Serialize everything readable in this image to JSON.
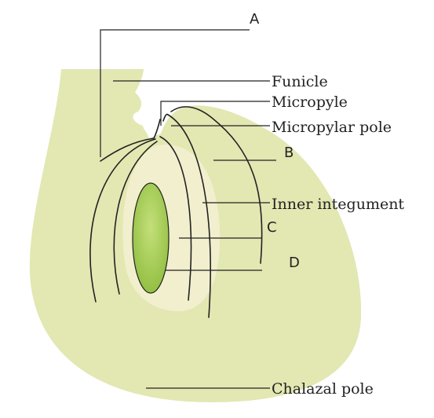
{
  "labels": {
    "a": "A",
    "funicle": "Funicle",
    "micropyle": "Micropyle",
    "micropylar_pole": "Micropylar pole",
    "b": "B",
    "inner_integument": "Inner integument",
    "c": "C",
    "d": "D",
    "chalazal_pole": "Chalazal pole"
  },
  "colors": {
    "ovule_body": "#e3e7b2",
    "funicle_fill": "#e6eab8",
    "nucellus": "#f1f0d0",
    "embryo_sac": "#9fca4d",
    "line": "#222222"
  }
}
